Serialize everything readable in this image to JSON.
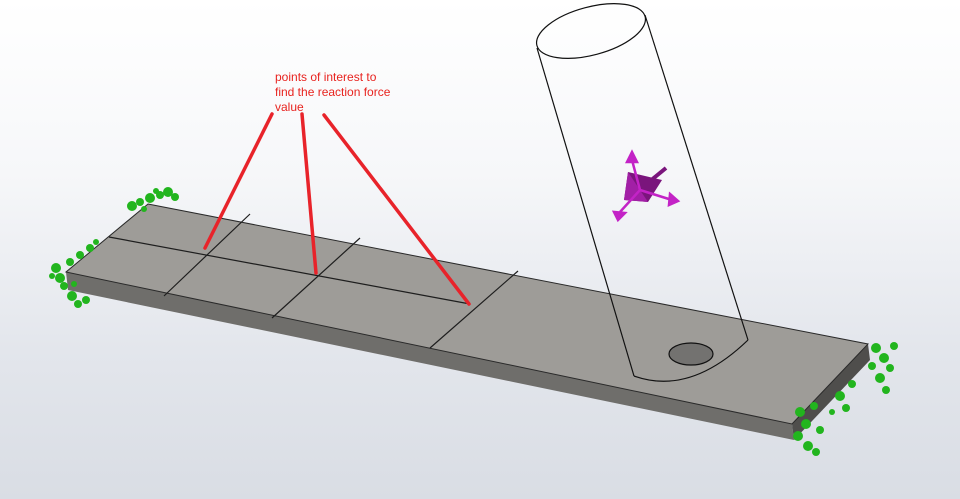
{
  "annotation": {
    "lines": [
      "points of interest to",
      "find the reaction force",
      "value"
    ],
    "color": "#e8231f"
  },
  "colors": {
    "plate_top": "#9e9c98",
    "plate_side": "#5d5c5a",
    "plate_front": "#6f6e6b",
    "fixture": "#22b51e",
    "load_symbol": "#c323c6",
    "load_symbol_dark": "#7a157c",
    "pointer_line": "#e8232a",
    "cylinder_edge": "#111111"
  },
  "icons": {
    "fixed_geometry": "fixed-support-icon",
    "load": "remote-load-icon"
  }
}
